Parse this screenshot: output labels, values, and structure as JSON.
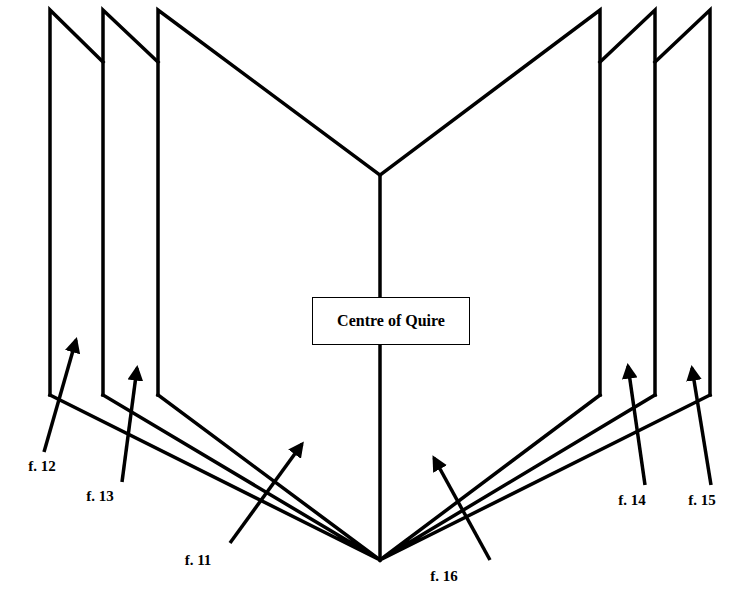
{
  "diagram": {
    "nodes": [
      {
        "text": [
          "Centre of Quire"
        ]
      }
    ],
    "labels": [
      "f. 12",
      "f. 13",
      "f. 11",
      "f. 16",
      "f. 14",
      "f. 15"
    ]
  }
}
